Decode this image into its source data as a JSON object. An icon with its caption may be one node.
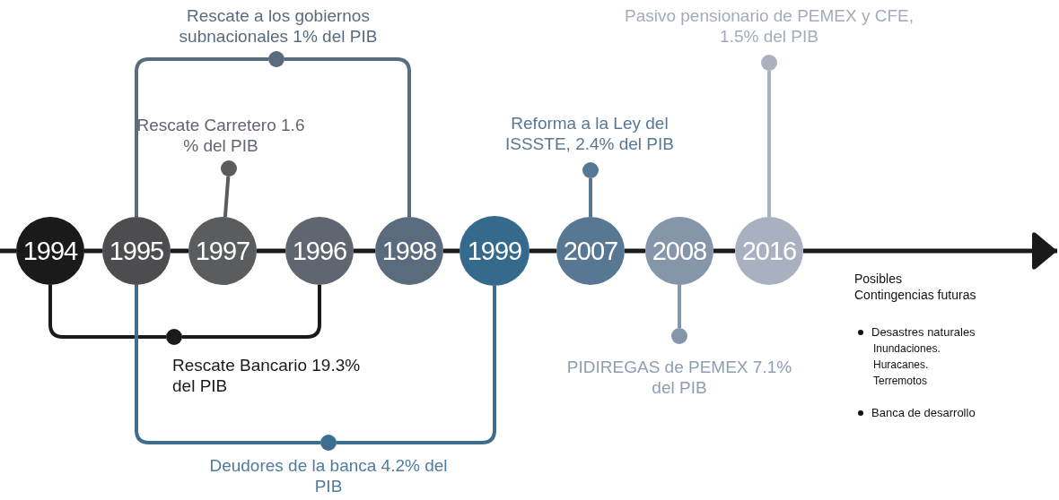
{
  "diagram": {
    "nodes": [
      {
        "text": [
          "1994"
        ]
      },
      {
        "text": [
          "1995"
        ]
      },
      {
        "text": [
          "1997"
        ]
      },
      {
        "text": [
          "1996"
        ]
      },
      {
        "text": [
          "1998"
        ]
      },
      {
        "text": [
          "1999"
        ]
      },
      {
        "text": [
          "2007"
        ]
      },
      {
        "text": [
          "2008"
        ]
      },
      {
        "text": [
          "2016"
        ]
      },
      {
        "text": [],
        "shape": "circle",
        "beside": [
          "Rescate a los gobiernos subnacionales 1% del PIB"
        ]
      },
      {
        "text": [],
        "shape": "circle",
        "beside": [
          "Pasivo pensionario  de PEMEX y CFE, 1.5% del PIB"
        ]
      },
      {
        "text": [],
        "shape": "circle",
        "beside": [
          "Rescate Carretero 1.6 % del PIB"
        ]
      },
      {
        "text": [],
        "shape": "circle",
        "beside": [
          "Reforma a la Ley del ISSSTE, 2.4% del PIB"
        ]
      },
      {
        "text": [],
        "shape": "circle",
        "beside": [
          "PIDIREGAS de PEMEX 7.1% del PIB"
        ]
      },
      {
        "text": [],
        "shape": "circle",
        "beside": [
          "Rescate Bancario 19.3% del PIB"
        ]
      },
      {
        "text": [],
        "shape": "circle",
        "beside": [
          "Deudores de la banca 4.2% del PIB"
        ]
      }
    ],
    "edges": [
      {
        "from": null,
        "to": 0,
        "arrow": "none"
      },
      {
        "from": 0,
        "to": 1,
        "arrow": "none"
      },
      {
        "from": 1,
        "to": 2,
        "arrow": "none"
      },
      {
        "from": 2,
        "to": 3,
        "arrow": "none"
      },
      {
        "from": 3,
        "to": 4,
        "arrow": "none"
      },
      {
        "from": 4,
        "to": 5,
        "arrow": "none"
      },
      {
        "from": 5,
        "to": 6,
        "arrow": "none"
      },
      {
        "from": 6,
        "to": 7,
        "arrow": "none"
      },
      {
        "from": 7,
        "to": 8,
        "arrow": "none"
      },
      {
        "from": 8,
        "to": null,
        "arrow": "to"
      },
      {
        "from": 1,
        "to": 9,
        "arrow": "none",
        "color": "#5b6b7e"
      },
      {
        "from": 9,
        "to": 4,
        "arrow": "none",
        "color": "#5b6b7e"
      },
      {
        "from": 8,
        "to": 10,
        "arrow": "none",
        "color": "#a9b1c1"
      },
      {
        "from": 2,
        "to": 11,
        "arrow": "none",
        "color": "#5a5c5e"
      },
      {
        "from": 6,
        "to": 12,
        "arrow": "none",
        "color": "#587793"
      },
      {
        "from": 7,
        "to": 13,
        "arrow": "none",
        "color": "#8696aa"
      },
      {
        "from": 0,
        "to": 14,
        "arrow": "none"
      },
      {
        "from": 14,
        "to": 3,
        "arrow": "none"
      },
      {
        "from": 1,
        "to": 15,
        "arrow": "none",
        "color": "#3d6e8f"
      },
      {
        "from": 15,
        "to": 5,
        "arrow": "none",
        "color": "#3d6e8f"
      }
    ],
    "labels": [
      "Posibles Contingencias futuras",
      "Desastres naturales",
      "Inundaciones.",
      "Huracanes.",
      "Terremotos",
      "Banca de desarrollo"
    ]
  }
}
